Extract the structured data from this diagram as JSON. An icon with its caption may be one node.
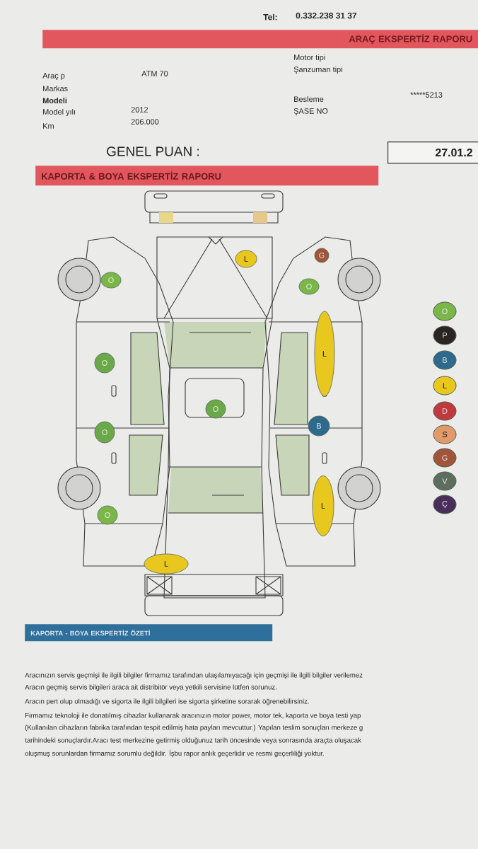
{
  "diagram": {
    "nodes": [
      {
        "text": [
          "ARAÇ EKSPERTİZ RAPORU"
        ]
      },
      {
        "text": [
          "27.01.2"
        ]
      },
      {
        "text": [
          "KAPORTA & BOYA EKSPERTİZ RAPORU"
        ]
      },
      {
        "text": [
          "G"
        ]
      },
      {
        "text": [
          "L"
        ]
      },
      {
        "text": [
          "O"
        ]
      },
      {
        "text": [
          "O"
        ]
      },
      {
        "text": [
          "L"
        ]
      },
      {
        "text": [
          "O"
        ]
      },
      {
        "text": [
          "O"
        ]
      },
      {
        "text": [
          "B"
        ]
      },
      {
        "text": [
          "O"
        ]
      },
      {
        "text": [
          "L"
        ]
      },
      {
        "text": [
          "O"
        ]
      },
      {
        "text": [
          "L"
        ]
      },
      {
        "text": [
          "KAPORTA - BOYA EKSPERTİZ ÖZETİ"
        ]
      }
    ],
    "labels": [
      "Tel:",
      "0.332.238 31 37",
      "Motor tipi",
      "Şanzuman tipi",
      "Araç p",
      "ATM 70",
      "Markas",
      "Modeli",
      "Besleme",
      "*****5213",
      "Model yılı",
      "2012",
      "ŞASE NO",
      "Km",
      "206.000",
      "GENEL PUAN :",
      "Aracınızın servis geçmişi ile ilgili bilgiler firmamız tarafından ulaşılamıyacağı için geçmişi ile ilgili bilgiler verilemez",
      "Aracın geçmiş servis bilgileri araca ait distribitör veya yetkili servisine lütfen sorunuz.",
      "Aracın pert olup olmadığı ve sigorta ile ilgili bilgileri ise sigorta şirketine sorarak öğrenebilirsiniz.",
      "Firmamız teknoloji ile donatılmış cihazlar kullanarak aracınızın motor power, motor tek, kaporta ve boya testi yap",
      "(Kullanılan cihazların fabrika tarafından tespit edilmiş hata payları mevcuttur.) Yapılan teslim sonuçları merkeze g",
      "tarihindeki sonuçlardır.Aracı test merkezine getirmiş olduğunuz tarih öncesinde veya sonrasında araçta oluşacak",
      "oluşmuş sorunlardan firmamız sorumlu değildir. İşbu rapor anlık geçerlidir ve resmi geçerliliği yoktur."
    ],
    "legend": [
      {
        "text": "O",
        "color": "#7ab648"
      },
      {
        "text": "P",
        "color": "#2b2522"
      },
      {
        "text": "B",
        "color": "#2e6a8c"
      },
      {
        "text": "L",
        "color": "#e8c81e"
      },
      {
        "text": "D",
        "color": "#c0393f"
      },
      {
        "text": "S",
        "color": "#e39a6a"
      },
      {
        "text": "G",
        "color": "#a0543a"
      },
      {
        "text": "V",
        "color": "#5d6d60"
      },
      {
        "text": "Ç",
        "color": "#4a2e5a"
      }
    ]
  }
}
